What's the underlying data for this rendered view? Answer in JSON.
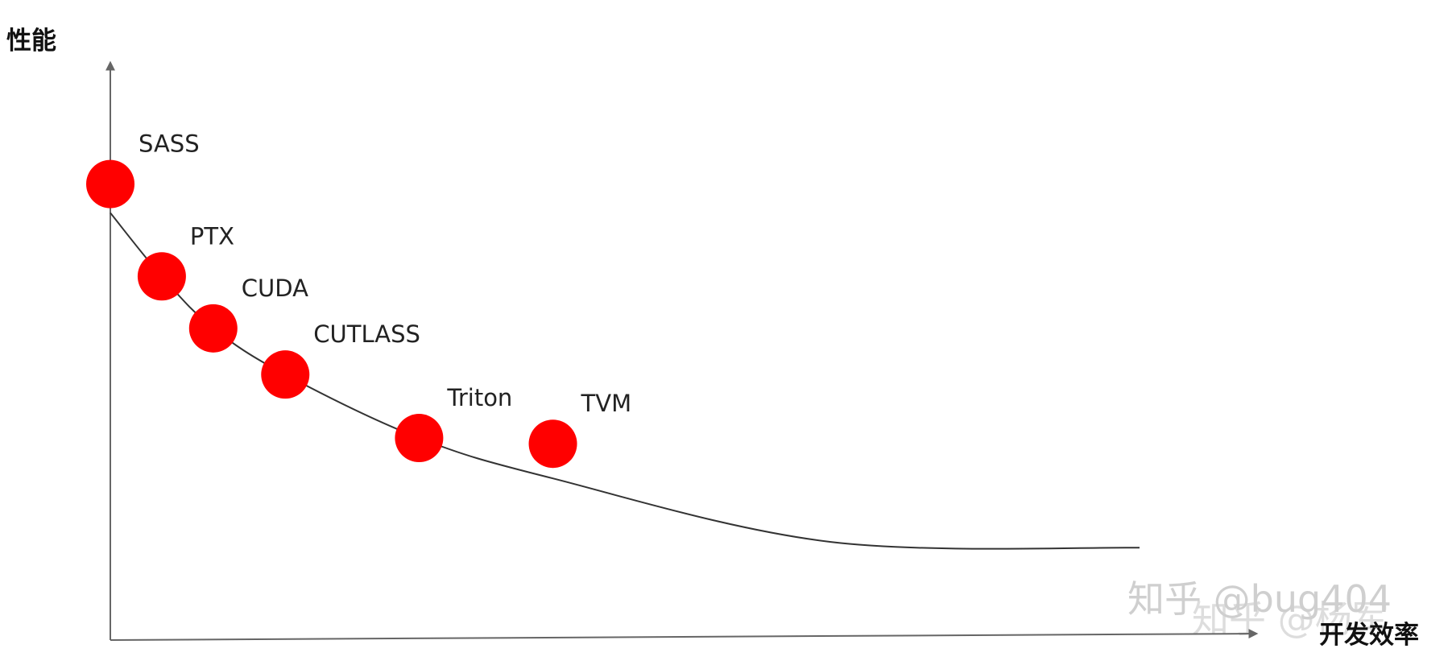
{
  "chart_data": {
    "type": "scatter",
    "ylabel": "性能",
    "xlabel": "开发效率",
    "colors": {
      "point": "#ff0000",
      "curve": "#333333",
      "axis": "#666666"
    },
    "points": [
      {
        "label": "SASS",
        "x": 0.0,
        "y": 0.79
      },
      {
        "label": "PTX",
        "x": 0.05,
        "y": 0.63
      },
      {
        "label": "CUDA",
        "x": 0.1,
        "y": 0.54
      },
      {
        "label": "CUTLASS",
        "x": 0.17,
        "y": 0.46
      },
      {
        "label": "Triton",
        "x": 0.3,
        "y": 0.35
      },
      {
        "label": "TVM",
        "x": 0.43,
        "y": 0.34
      }
    ],
    "trend_curve": [
      {
        "x": 0.0,
        "y": 0.74
      },
      {
        "x": 0.05,
        "y": 0.63
      },
      {
        "x": 0.1,
        "y": 0.54
      },
      {
        "x": 0.17,
        "y": 0.46
      },
      {
        "x": 0.3,
        "y": 0.35
      },
      {
        "x": 0.43,
        "y": 0.28
      },
      {
        "x": 0.7,
        "y": 0.17
      },
      {
        "x": 1.0,
        "y": 0.16
      }
    ],
    "grid": false,
    "legend": "none"
  },
  "watermark": {
    "line1": "知乎 @bug404",
    "line2": "知乎 @杨军"
  }
}
